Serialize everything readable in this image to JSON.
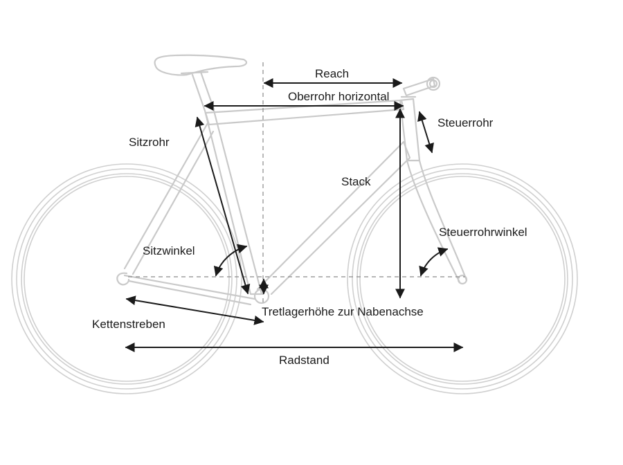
{
  "labels": {
    "reach": "Reach",
    "top_tube": "Oberrohr horizontal",
    "head_tube": "Steuerrohr",
    "seat_tube": "Sitzrohr",
    "stack": "Stack",
    "head_angle": "Steuerrohrwinkel",
    "seat_angle": "Sitzwinkel",
    "bb_drop": "Tretlagerhöhe zur Nabenachse",
    "chainstays": "Kettenstreben",
    "wheelbase": "Radstand"
  },
  "colors": {
    "frame": "#c9c9c9",
    "dimension": "#1a1a1a",
    "guide": "#8a8a8a"
  }
}
